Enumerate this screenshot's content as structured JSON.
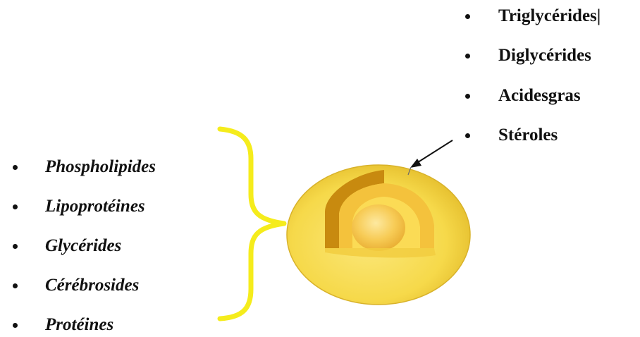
{
  "right_list": {
    "items": [
      "Triglycérides|",
      "Diglycérides",
      "Acidesgras",
      "Stéroles"
    ]
  },
  "left_list": {
    "items": [
      "Phospholipides",
      "Lipoprotéines",
      "Glycérides",
      "Cérébrosides",
      "Protéines"
    ]
  },
  "colors": {
    "brace": "#f5ec1c",
    "outer_sphere": "#f6d94a",
    "outer_layer": "#c88a0f",
    "middle_layer": "#f4c23c",
    "inner_layer": "#fbdb55",
    "core": "#f7c845",
    "arrow": "#111111"
  }
}
